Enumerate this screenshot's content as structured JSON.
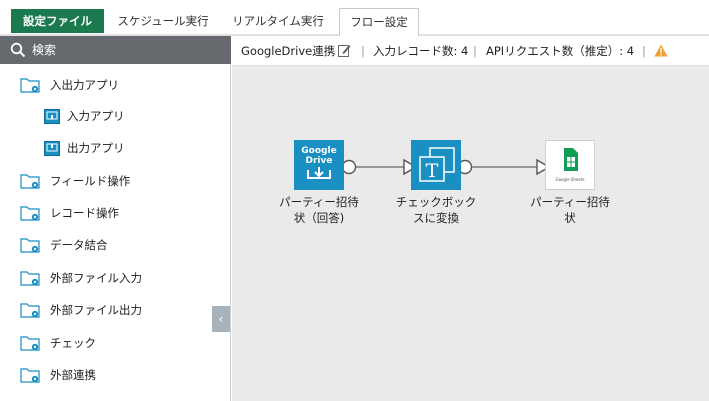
{
  "tabs": {
    "settings_file": "設定ファイル",
    "schedule_run": "スケジュール実行",
    "realtime_run": "リアルタイム実行",
    "flow_settings": "フロー設定"
  },
  "sidebar": {
    "search_label": "検索",
    "groups": [
      {
        "label": "入出力アプリ",
        "children": [
          "入力アプリ",
          "出力アプリ"
        ]
      },
      {
        "label": "フィールド操作"
      },
      {
        "label": "レコード操作"
      },
      {
        "label": "データ結合"
      },
      {
        "label": "外部ファイル入力"
      },
      {
        "label": "外部ファイル出力"
      },
      {
        "label": "チェック"
      },
      {
        "label": "外部連携"
      }
    ],
    "collapse_glyph": "‹"
  },
  "flow_header": {
    "flow_name": "GoogleDrive連携",
    "input_records_label": "入力レコード数: 4",
    "api_requests_label": "APIリクエスト数（推定）: 4",
    "divider": "|"
  },
  "nodes": [
    {
      "label": "パーティー招待状（回答)",
      "line1": "パーティー招待",
      "line2": "状（回答)",
      "icon": "google-drive-icon",
      "icon_text1": "Google",
      "icon_text2": "Drive",
      "color": "#1a8fc1"
    },
    {
      "label": "チェックボックスに変換",
      "line1": "チェックボック",
      "line2": "スに変換",
      "icon": "text-format-icon",
      "icon_text1": "T",
      "color": "#1a8fc1"
    },
    {
      "label": "パーティー招待状",
      "line1": "パーティー招待",
      "line2": "状",
      "icon": "google-sheets-icon",
      "icon_text1": "Google Sheets",
      "color": "#0f9d58"
    }
  ],
  "colors": {
    "primary_tab": "#1a7a4e",
    "node_blue": "#1a8fc1",
    "search_bar": "#666a6e",
    "canvas_bg": "#eaeaea",
    "folder_icon": "#1a8fc1",
    "warning": "#f0a030"
  }
}
